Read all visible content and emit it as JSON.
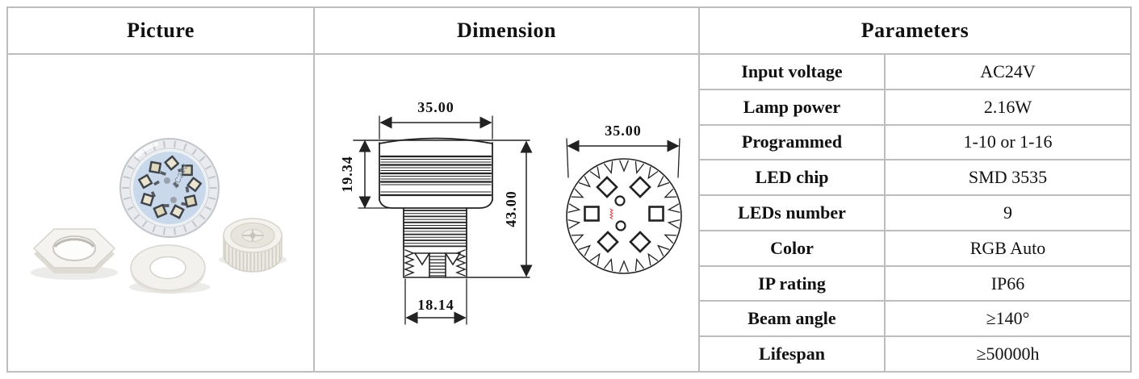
{
  "header": {
    "picture": "Picture",
    "dimension": "Dimension",
    "parameters": "Parameters"
  },
  "parameters": {
    "rows": [
      {
        "label": "Input voltage",
        "value": "AC24V"
      },
      {
        "label": "Lamp power",
        "value": "2.16W"
      },
      {
        "label": "Programmed",
        "value": "1-10 or 1-16"
      },
      {
        "label": "LED chip",
        "value": "SMD 3535"
      },
      {
        "label": "LEDs number",
        "value": "9"
      },
      {
        "label": "Color",
        "value": "RGB Auto"
      },
      {
        "label": "IP rating",
        "value": "IP66"
      },
      {
        "label": "Beam angle",
        "value": "≥140°"
      },
      {
        "label": "Lifespan",
        "value": "≥50000h"
      }
    ]
  },
  "dimension": {
    "side_view": {
      "width": "35.00",
      "head_height": "19.34",
      "total_height": "43.00",
      "stem_width": "18.14"
    },
    "top_view": {
      "diameter": "35.00"
    }
  },
  "picture": {
    "pcb_label": "AC24V"
  },
  "colors": {
    "table_border": "#bdbdbd",
    "drawing_stroke": "#222222",
    "watermark_red": "#cc3333",
    "pcb_blue": "#c9d8ea",
    "plastic_white": "#f2f1ed"
  }
}
